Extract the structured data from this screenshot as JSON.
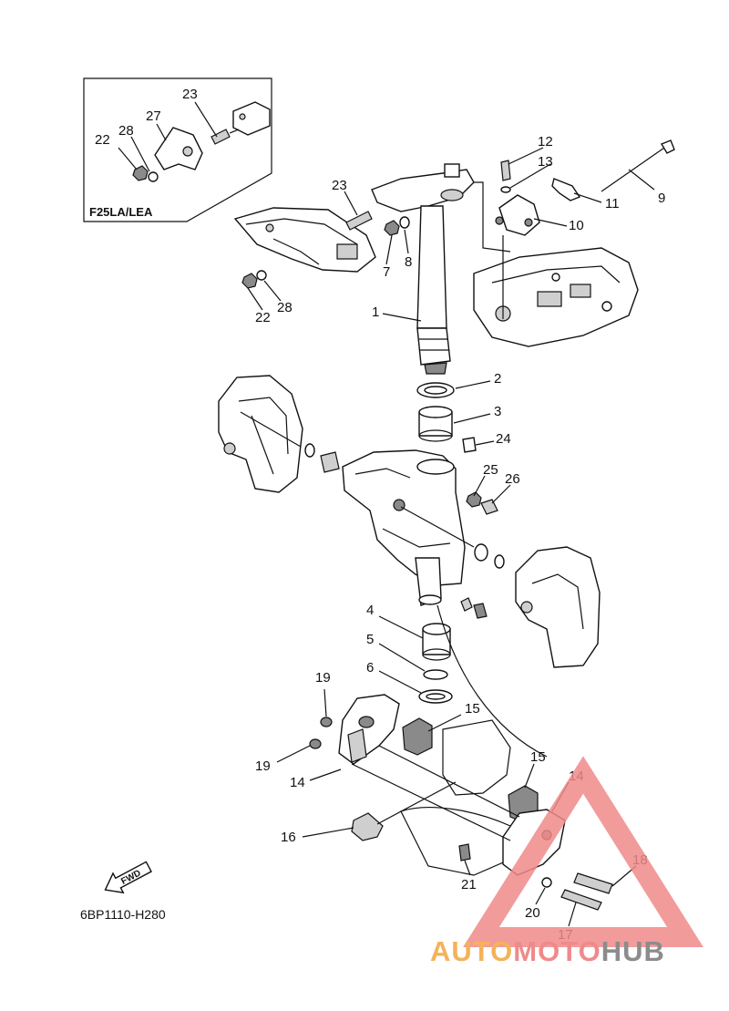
{
  "inset": {
    "title": "F25LA/LEA"
  },
  "diagram_code": "6BP1110-H280",
  "fwd_label": "FWD",
  "watermark": {
    "part1": "AUTO",
    "part2": "MOTO",
    "part3": "HUB"
  },
  "callouts": {
    "c1": "1",
    "c2": "2",
    "c3": "3",
    "c4": "4",
    "c5": "5",
    "c6": "6",
    "c7": "7",
    "c8": "8",
    "c9": "9",
    "c10": "10",
    "c11": "11",
    "c12": "12",
    "c13": "13",
    "c14a": "14",
    "c14b": "14",
    "c15a": "15",
    "c15b": "15",
    "c16": "16",
    "c17": "17",
    "c18": "18",
    "c19a": "19",
    "c19b": "19",
    "c20": "20",
    "c21": "21",
    "c22a": "22",
    "c22b": "22",
    "c23a": "23",
    "c23b": "23",
    "c24": "24",
    "c25": "25",
    "c26": "26",
    "c27": "27",
    "c28a": "28",
    "c28b": "28"
  },
  "colors": {
    "watermark_red": "#f08a8a",
    "watermark_orange": "#f4b259",
    "watermark_gray": "#8c8c8c"
  }
}
